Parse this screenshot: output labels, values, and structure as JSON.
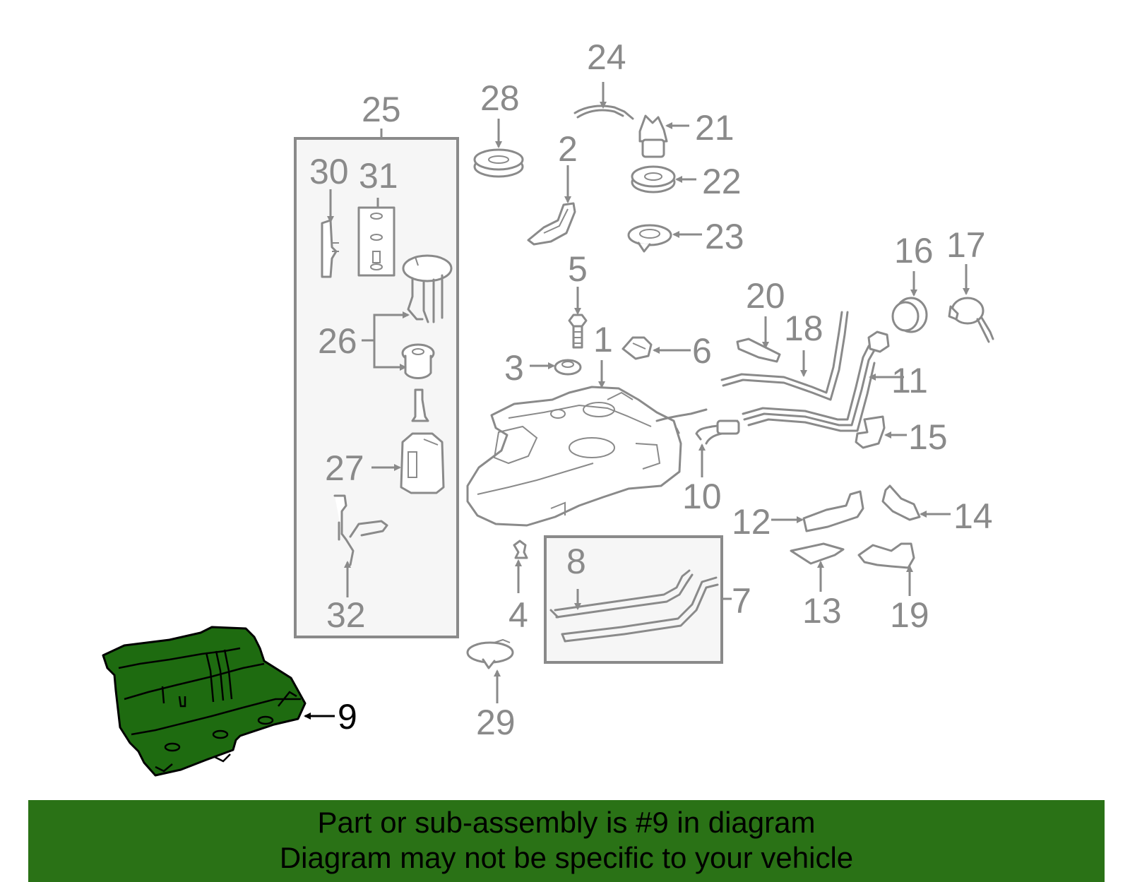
{
  "callouts": {
    "c1": "1",
    "c2": "2",
    "c3": "3",
    "c4": "4",
    "c5": "5",
    "c6": "6",
    "c7": "7",
    "c8": "8",
    "c9": "9",
    "c10": "10",
    "c11": "11",
    "c12": "12",
    "c13": "13",
    "c14": "14",
    "c15": "15",
    "c16": "16",
    "c17": "17",
    "c18": "18",
    "c19": "19",
    "c20": "20",
    "c21": "21",
    "c22": "22",
    "c23": "23",
    "c24": "24",
    "c25": "25",
    "c26": "26",
    "c27": "27",
    "c28": "28",
    "c29": "29",
    "c30": "30",
    "c31": "31",
    "c32": "32"
  },
  "highlighted_part": "9",
  "colors": {
    "highlight_fill": "#1e6b10",
    "banner_background": "#2a7216",
    "part_outline": "#8a8a8a"
  },
  "footer": {
    "line1": "Part or sub-assembly is #9 in diagram",
    "line2": "Diagram may not be specific to your vehicle"
  }
}
